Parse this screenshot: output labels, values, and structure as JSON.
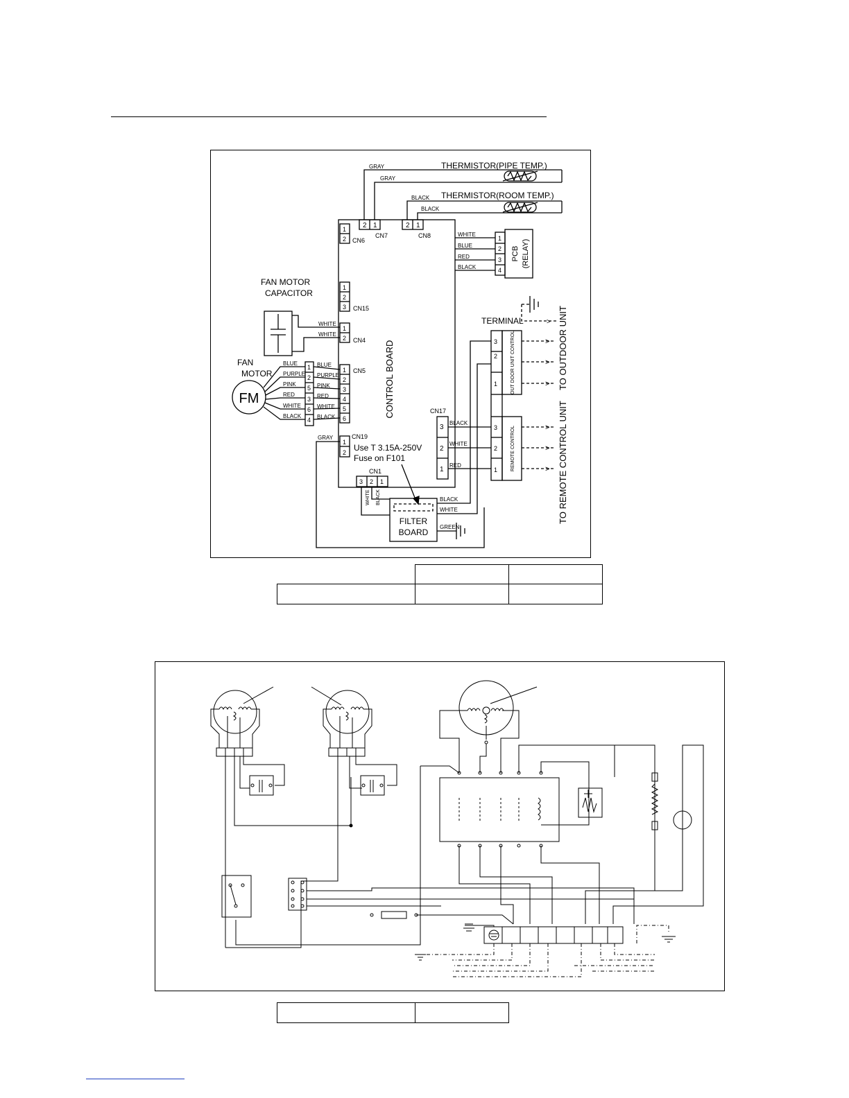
{
  "diagram1": {
    "thermistor_pipe": "THERMISTOR(PIPE TEMP.)",
    "thermistor_room": "THERMISTOR(ROOM TEMP.)",
    "gray": "GRAY",
    "black": "BLACK",
    "white": "WHITE",
    "blue": "BLUE",
    "red": "RED",
    "purple": "PURPLE",
    "pink": "PINK",
    "green": "GREEN",
    "cn6": "CN6",
    "cn7": "CN7",
    "cn8": "CN8",
    "cn15": "CN15",
    "cn4": "CN4",
    "cn5": "CN5",
    "cn17": "CN17",
    "cn19": "CN19",
    "cn1": "CN1",
    "pcb": "PCB",
    "relay": "(RELAY)",
    "fan_motor_capacitor_1": "FAN MOTOR",
    "fan_motor_capacitor_2": "CAPACITOR",
    "fan_motor_1": "FAN",
    "fan_motor_2": "MOTOR",
    "fm": "FM",
    "control_board": "CONTROL BOARD",
    "terminal": "TERMINAL",
    "outdoor_unit_control": "OUT DOOR UNIT CONTROL",
    "remote_control": "REMOTE CONTROL",
    "to_outdoor_unit": "TO OUTDOOR UNIT",
    "to_remote_control_unit": "TO REMOTE CONTROL UNIT",
    "fuse_note_1": "Use T 3.15A-250V",
    "fuse_note_2": "Fuse on F101",
    "filter_board_1": "FILTER",
    "filter_board_2": "BOARD",
    "n1": "1",
    "n2": "2",
    "n3": "3",
    "n4": "4",
    "n5": "5",
    "n6": "6"
  }
}
